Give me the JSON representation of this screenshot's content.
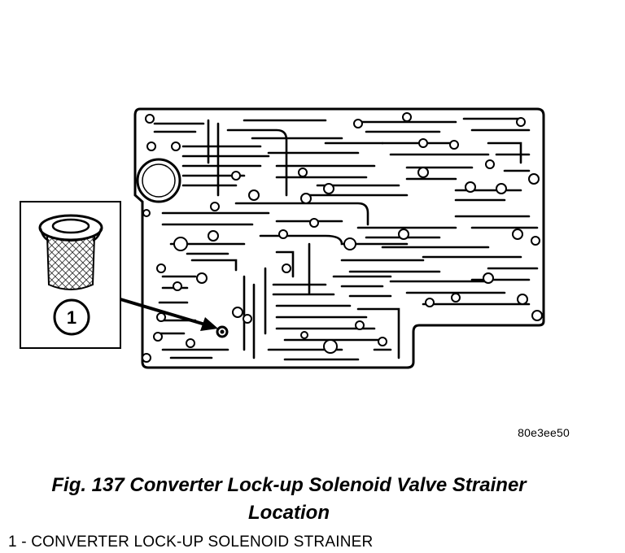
{
  "diagram": {
    "callout_number": "1",
    "figure_code": "80e3ee50"
  },
  "caption": {
    "line1": "Fig. 137 Converter Lock-up Solenoid Valve Strainer",
    "line2": "Location"
  },
  "legend": {
    "items": [
      "1 - CONVERTER LOCK-UP SOLENOID STRAINER"
    ]
  }
}
